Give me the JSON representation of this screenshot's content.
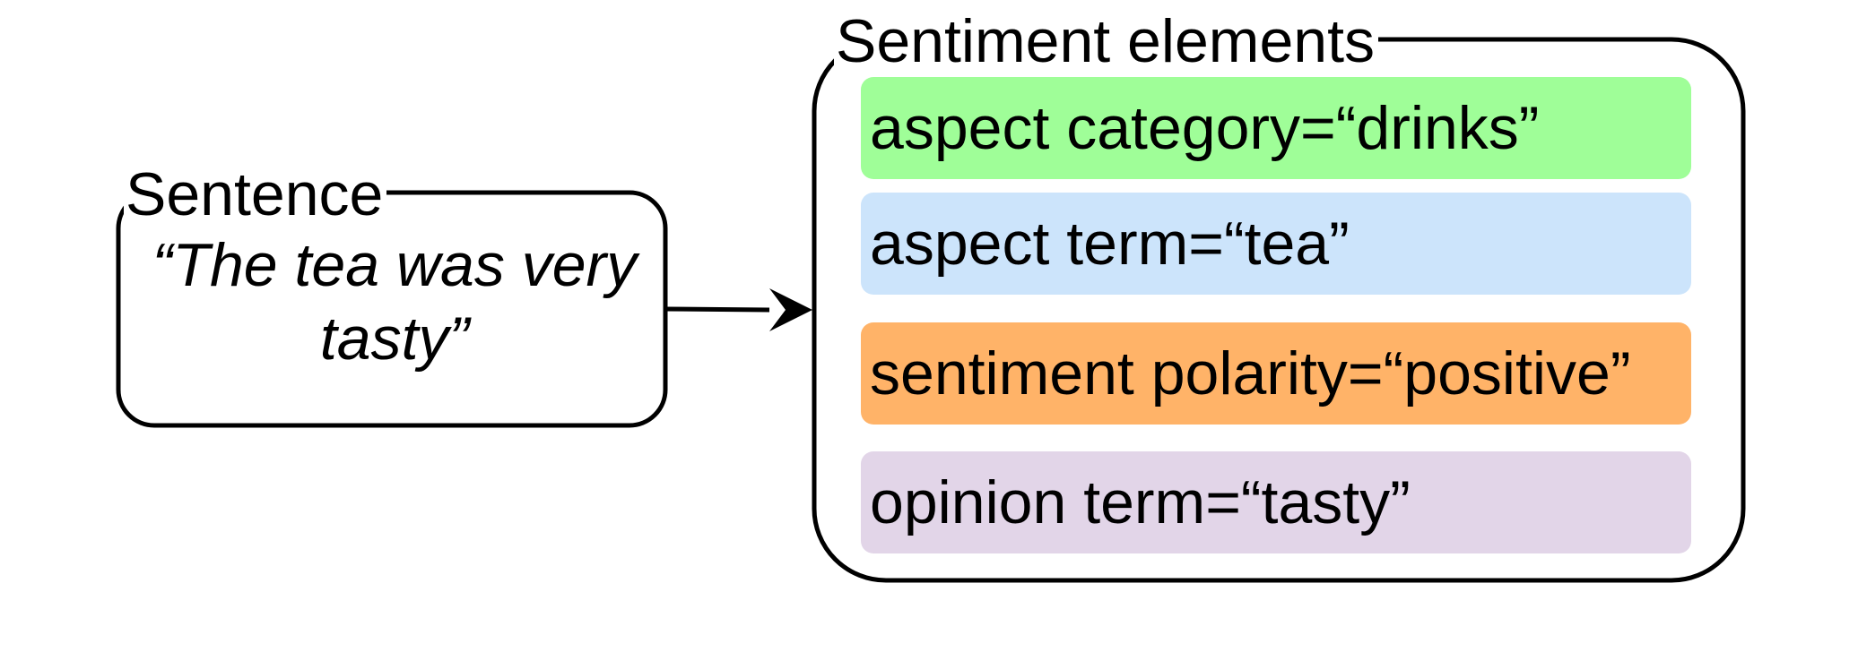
{
  "sentence": {
    "title": "Sentence",
    "text": "“The tea was very tasty”"
  },
  "sentiment_elements": {
    "title": "Sentiment elements",
    "items": [
      {
        "label": "aspect category=“drinks”",
        "color": "#9ffe98"
      },
      {
        "label": "aspect term=“tea”",
        "color": "#cce4fb"
      },
      {
        "label": "sentiment polarity=“positive”",
        "color": "#ffb368"
      },
      {
        "label": "opinion term=“tasty”",
        "color": "#e2d5e8"
      }
    ]
  },
  "colors": {
    "stroke": "#000000",
    "background": "#ffffff"
  }
}
